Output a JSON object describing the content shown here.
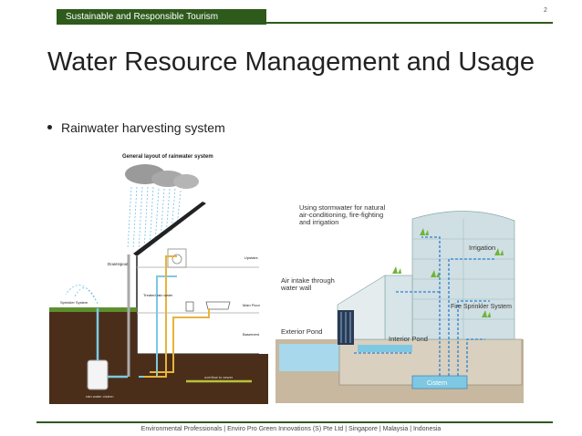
{
  "header": {
    "section_label": "Sustainable and Responsible Tourism",
    "page_number": "2"
  },
  "title": "Water Resource Management and Usage",
  "bullets": [
    "Rainwater harvesting system"
  ],
  "left_diagram": {
    "title": "General layout of rainwater system",
    "labels": {
      "downspout": "Downspout",
      "upstairs": "Upstairs",
      "treated": "Treated rain water",
      "sprinkler": "Sprinkler System",
      "main_floor": "Main Floor",
      "basement": "Basement",
      "cistern": "rain water cistern",
      "overflow": "overflow to sewer"
    }
  },
  "right_diagram": {
    "labels": {
      "stormwater": "Using stormwater for natural air-conditioning, fire-fighting and irrigation",
      "irrigation": "Irrigation",
      "air_intake": "Air intake through water wall",
      "fire_sprinkler": "Fire Sprinkler System",
      "exterior_pond": "Exterior Pond",
      "interior_pond": "Interior Pond",
      "cistern": "Cistern"
    }
  },
  "footer": {
    "text": "Environmental Professionals | Enviro Pro Green Innovations (S) Pte Ltd | Singapore | Malaysia | Indonesia"
  },
  "colors": {
    "brand_green": "#2e5a1c",
    "soil": "#4a2e1a",
    "water": "#7ec8e3",
    "pipe_yellow": "#e7b43a"
  }
}
